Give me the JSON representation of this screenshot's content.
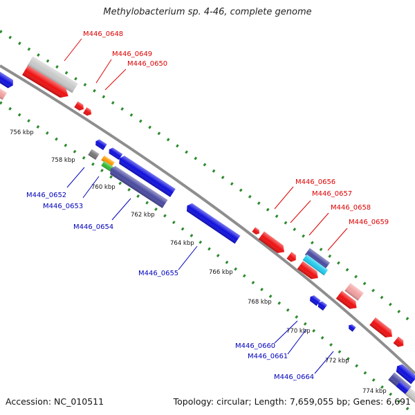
{
  "title": "Methylobacterium sp. 4-46, complete genome",
  "footer": {
    "accession": "Accession: NC_010511",
    "info": "Topology: circular; Length: 7,659,055 bp; Genes: 6,691"
  },
  "colors": {
    "backbone": "#8e8e8e",
    "scale_dots": "#2f8a2f",
    "red": "#ee1111",
    "blue": "#1010dd",
    "navy": "#4a4aa0",
    "light_red": "#f2a0a0",
    "light_gray": "#c8c8c8",
    "orange": "#ff9900",
    "green": "#33bb33",
    "gray": "#777777",
    "cyan": "#22ccee",
    "label_red": "#dd0000",
    "label_blue": "#0000bb"
  },
  "scale_labels": [
    "756 kbp",
    "758 kbp",
    "760 kbp",
    "762 kbp",
    "764 kbp",
    "766 kbp",
    "768 kbp",
    "770 kbp",
    "772 kbp",
    "774 kbp"
  ],
  "gene_labels": [
    {
      "id": "M446_0648",
      "strand": "forward"
    },
    {
      "id": "M446_0649",
      "strand": "forward"
    },
    {
      "id": "M446_0650",
      "strand": "forward"
    },
    {
      "id": "M446_0652",
      "strand": "reverse"
    },
    {
      "id": "M446_0653",
      "strand": "reverse"
    },
    {
      "id": "M446_0654",
      "strand": "reverse"
    },
    {
      "id": "M446_0655",
      "strand": "reverse"
    },
    {
      "id": "M446_0656",
      "strand": "forward"
    },
    {
      "id": "M446_0657",
      "strand": "forward"
    },
    {
      "id": "M446_0658",
      "strand": "forward"
    },
    {
      "id": "M446_0659",
      "strand": "forward"
    },
    {
      "id": "M446_0660",
      "strand": "reverse"
    },
    {
      "id": "M446_0661",
      "strand": "reverse"
    },
    {
      "id": "M446_0664",
      "strand": "reverse"
    }
  ]
}
